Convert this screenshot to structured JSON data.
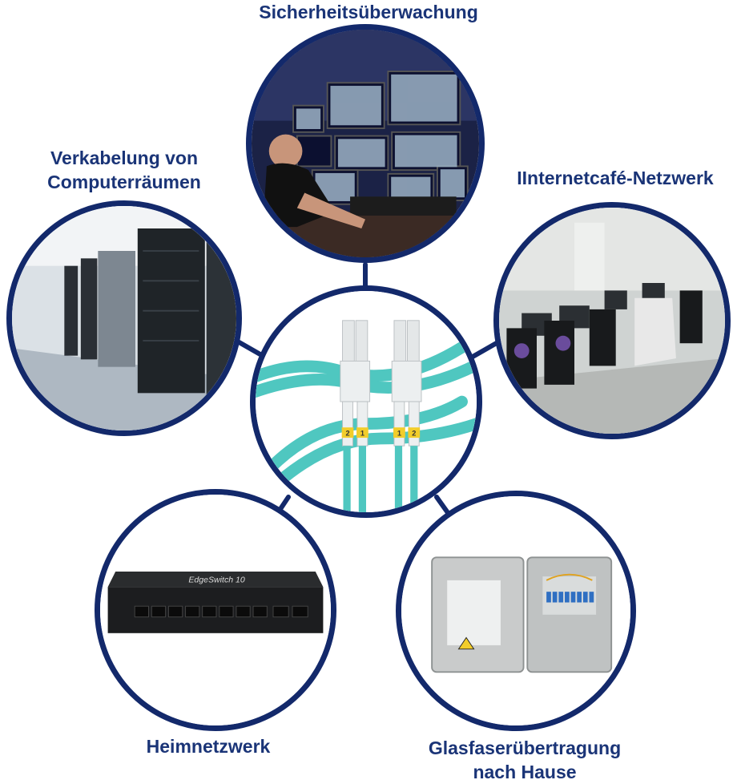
{
  "colors": {
    "ring": "#13296b",
    "label": "#1a3477",
    "cable": "#4fc7c0",
    "connector": "#dfe3e4",
    "boot": "#f2cd2a"
  },
  "labels": {
    "top": "Sicherheitsüberwachung",
    "left_line1": "Verkabelung von",
    "left_line2": "Computerräumen",
    "right": "IInternetcafé-Netzwerk",
    "bottom_left": "Heimnetzwerk",
    "bottom_right_line1": "Glasfaserübertragung",
    "bottom_right_line2": "nach Hause"
  },
  "product": {
    "switch_brand": "EdgeSwitch 10",
    "connector_pos_1": "1",
    "connector_pos_2": "2"
  }
}
